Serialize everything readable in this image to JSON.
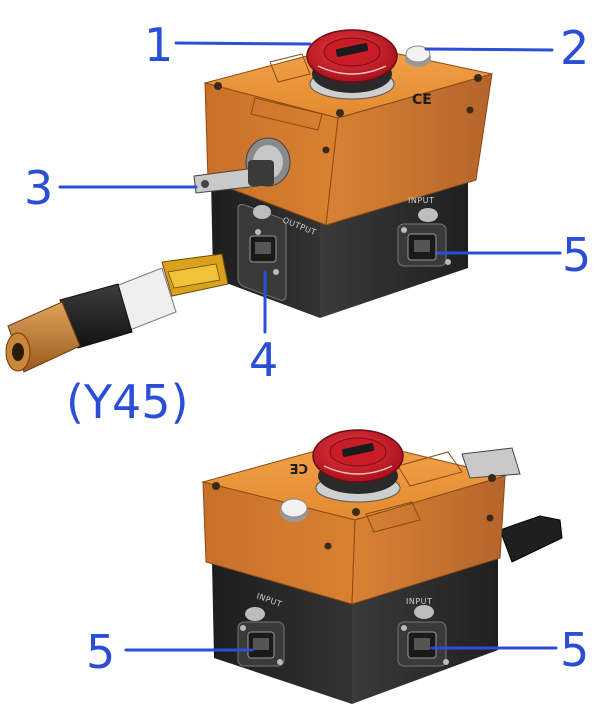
{
  "callouts": {
    "c1": "1",
    "c2": "2",
    "c3": "3",
    "c4": "4",
    "c5a": "5",
    "c5b": "5",
    "c5c": "5",
    "connector": "(Y45)"
  },
  "port_labels": {
    "top_front": "OUTPUT",
    "top_right": "INPUT",
    "bottom_left": "INPUT",
    "bottom_right": "INPUT"
  },
  "colors": {
    "callout": "#2a4fd6",
    "housing_top": "#e0892e",
    "housing_bottom": "#2b2b2b",
    "button_red": "#d21f2a"
  },
  "icons": [
    "emergency-stop-button-icon",
    "key-switch-icon",
    "rj45-port-icon",
    "ce-mark-icon",
    "status-lamp-icon"
  ]
}
